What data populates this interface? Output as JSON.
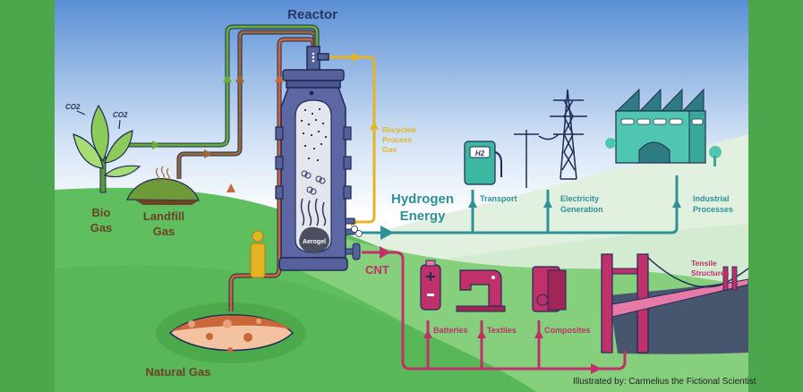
{
  "title": "Reactor",
  "colors": {
    "frame": "#4ca64c",
    "biogas_pipe": "#6aac3a",
    "landfill_pipe": "#9a6a3a",
    "natural_gas_pipe": "#c9673a",
    "recycled_gas_pipe": "#e3b424",
    "hydrogen_pipe": "#2f9097",
    "cnt_pipe": "#c0306a",
    "reactor": "#56609a"
  },
  "inputs": {
    "co2_1": "CO2",
    "co2_2": "CO2",
    "bio_gas_line1": "Bio",
    "bio_gas_line2": "Gas",
    "landfill_gas_line1": "Landfill",
    "landfill_gas_line2": "Gas",
    "natural_gas": "Natural Gas"
  },
  "reactor": {
    "aerogel": "Aerogel",
    "h2_molecule": "H H"
  },
  "recycled": {
    "line1": "Recycled",
    "line2": "Process",
    "line3": "Gas"
  },
  "hydrogen": {
    "title_line1": "Hydrogen",
    "title_line2": "Energy",
    "pump_label": "H2",
    "outputs": [
      {
        "line1": "Transport",
        "line2": ""
      },
      {
        "line1": "Electricity",
        "line2": "Generation"
      },
      {
        "line1": "Industrial",
        "line2": "Processes"
      }
    ]
  },
  "cnt": {
    "title": "CNT",
    "outputs": [
      {
        "line1": "Batteries",
        "line2": ""
      },
      {
        "line1": "Textiles",
        "line2": ""
      },
      {
        "line1": "Composites",
        "line2": ""
      },
      {
        "line1": "Tensile",
        "line2": "Structures"
      }
    ]
  },
  "credit": "Illustrated by: Carmelius the Fictional Scientist"
}
